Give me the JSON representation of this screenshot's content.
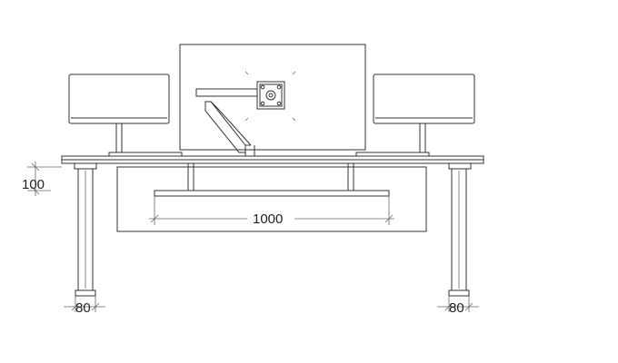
{
  "dimensions": {
    "table_thickness": "100",
    "beam_length": "1000",
    "leg_left_width": "80",
    "leg_right_width": "80"
  },
  "colors": {
    "line": "#333333",
    "background": "#ffffff"
  }
}
